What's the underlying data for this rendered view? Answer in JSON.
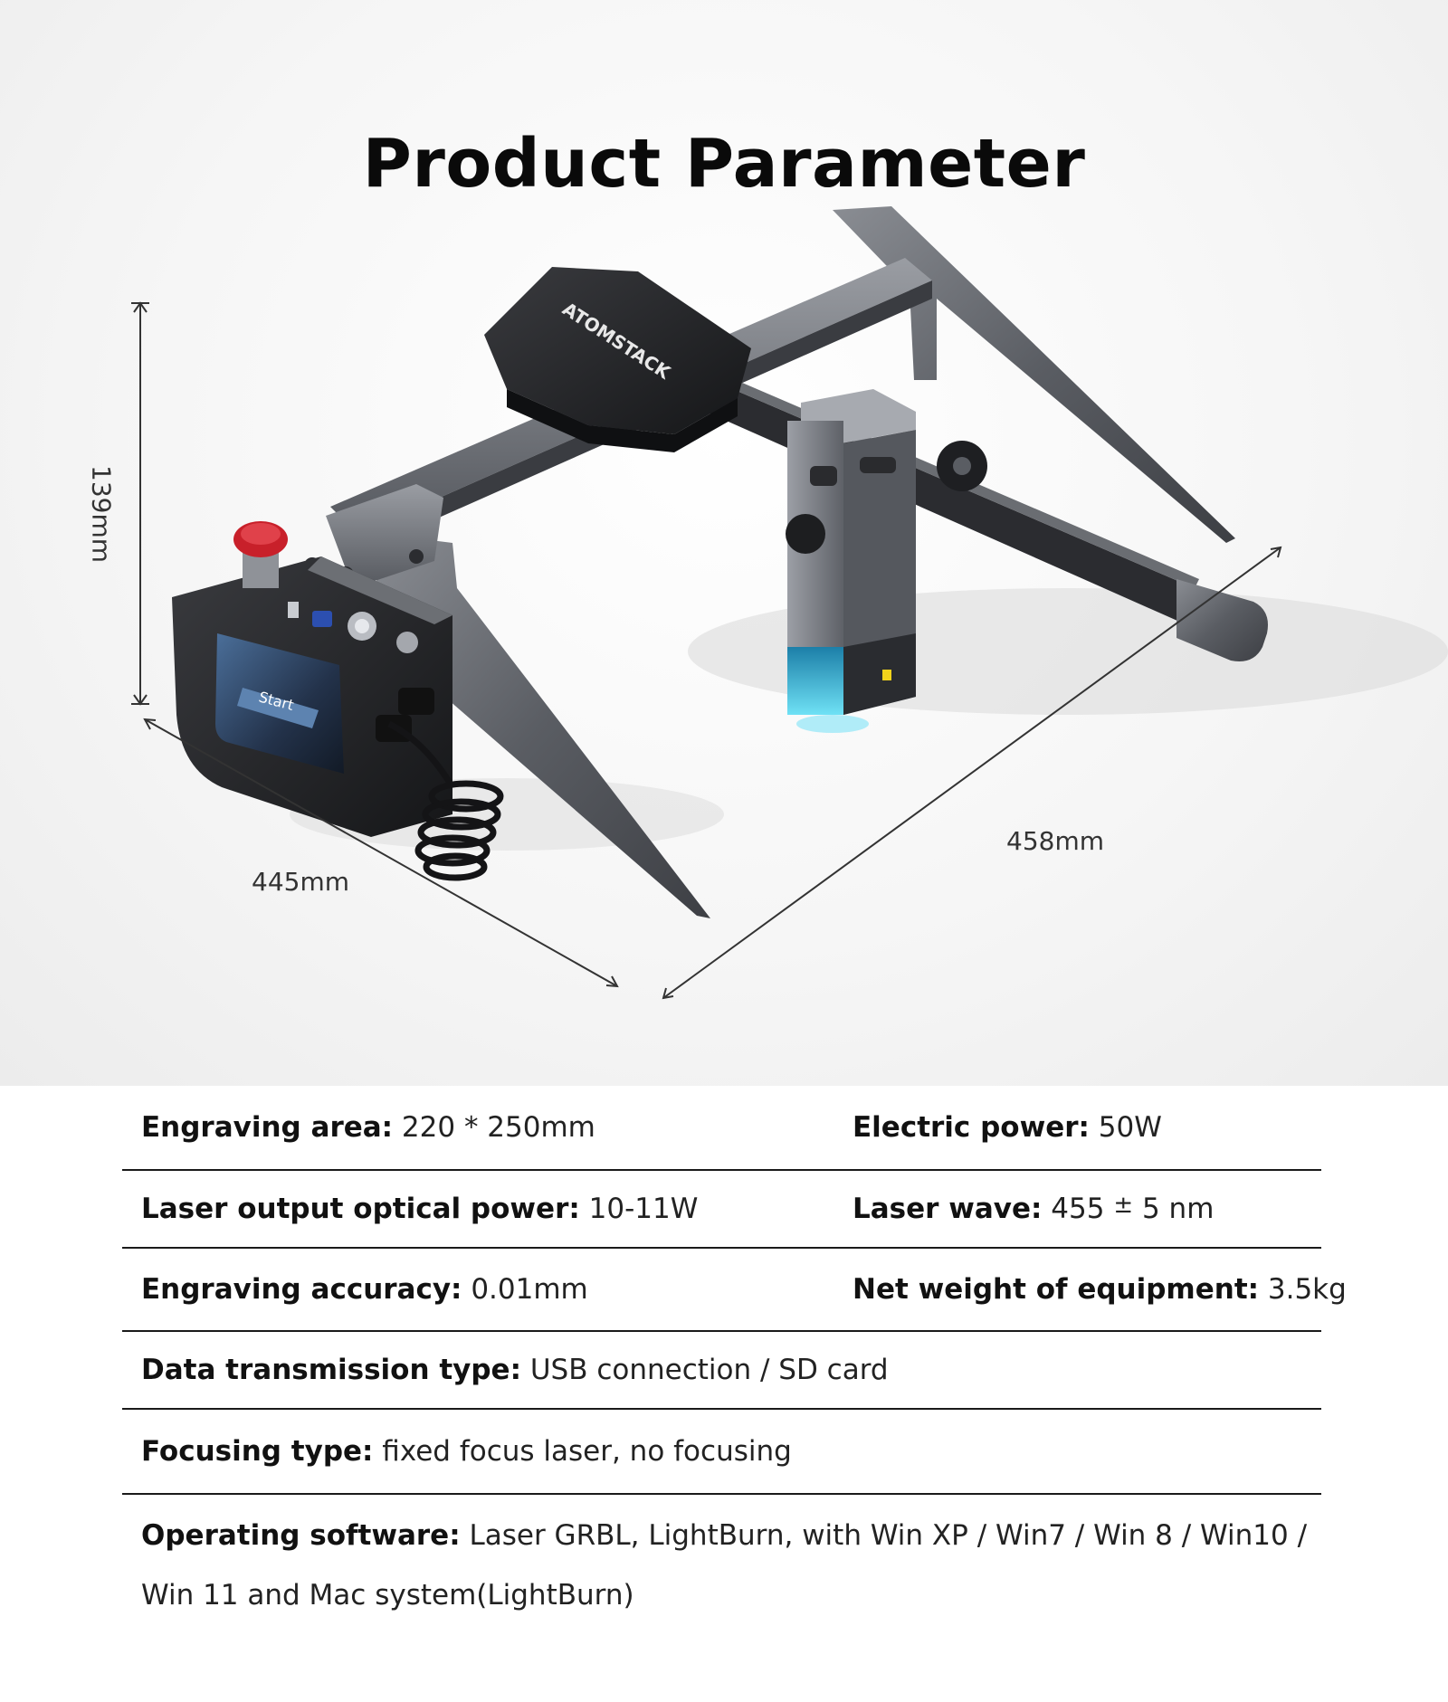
{
  "title": "Product Parameter",
  "dimensions": {
    "height": "139mm",
    "width": "445mm",
    "depth": "458mm"
  },
  "brand_text": "ATOMSTACK",
  "screen": {
    "start_label": "Start"
  },
  "specs": [
    {
      "label": "Engraving area:",
      "value": " 220 * 250mm",
      "label2": "Electric power:",
      "value2": " 50W"
    },
    {
      "label": "Laser output optical power:",
      "value": " 10-11W",
      "label2": "Laser wave:",
      "value2_a": " 455 ",
      "value2_pm": "±",
      "value2_b": " 5 nm"
    },
    {
      "label": "Engraving accuracy:",
      "value": " 0.01mm",
      "label2": "Net weight of equipment:",
      "value2": " 3.5kg"
    },
    {
      "label": "Data transmission type:",
      "value": " USB connection / SD card"
    },
    {
      "label": "Focusing type:",
      "value": " fixed focus laser, no focusing"
    },
    {
      "label": "Operating software:",
      "value": "  Laser GRBL, LightBurn, with Win XP / Win7 / Win 8 / Win10 / Win 11 and Mac system(LightBurn)"
    }
  ],
  "colors": {
    "frame": "#4a4c52",
    "frame_light": "#7a7d84",
    "body_black": "#1f2023",
    "laser_blue": "#35c6e8",
    "estop_red": "#c8202a"
  }
}
